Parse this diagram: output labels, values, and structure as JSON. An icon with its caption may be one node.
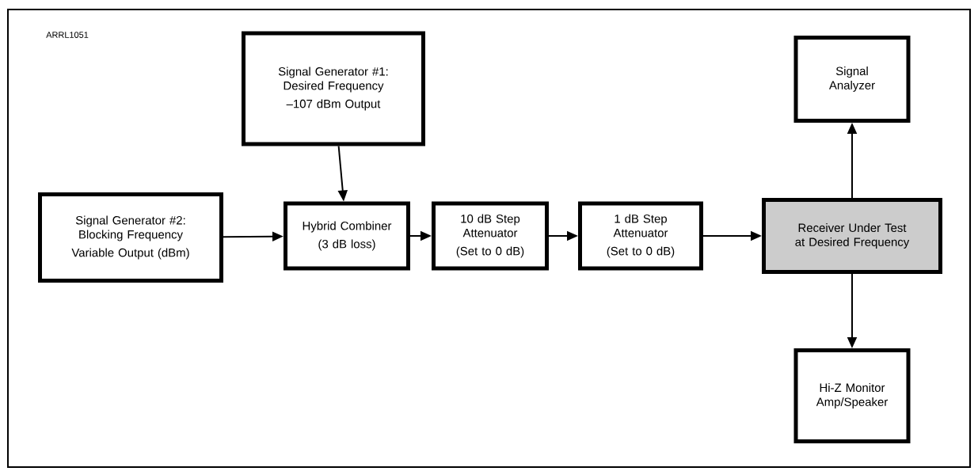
{
  "diagram": {
    "nodes": [
      {
        "text": [
          "Signal Generator #1: Desired Frequency",
          "–107 dBm Output"
        ]
      },
      {
        "text": [
          "Signal Generator #2: Blocking Frequency",
          "Variable Output (dBm)"
        ]
      },
      {
        "text": [
          "Hybrid Combiner",
          "(3 dB loss)"
        ]
      },
      {
        "text": [
          "10 dB Step Attenuator",
          "(Set to 0 dB)"
        ]
      },
      {
        "text": [
          "1 dB Step Attenuator",
          "(Set to 0 dB)"
        ]
      },
      {
        "text": [
          "Receiver Under Test at Desired Frequency"
        ]
      },
      {
        "text": [
          "Signal Analyzer"
        ]
      },
      {
        "text": [
          "Hi-Z Monitor Amp/Speaker"
        ]
      }
    ],
    "edges": [
      {
        "from": 0,
        "to": 2,
        "arrow": "to"
      },
      {
        "from": 1,
        "to": 2,
        "arrow": "to"
      },
      {
        "from": 2,
        "to": 3,
        "arrow": "to"
      },
      {
        "from": 3,
        "to": 4,
        "arrow": "to"
      },
      {
        "from": 4,
        "to": 5,
        "arrow": "to"
      },
      {
        "from": 5,
        "to": 6,
        "arrow": "to"
      },
      {
        "from": 5,
        "to": 7,
        "arrow": "to"
      }
    ],
    "labels": [
      "ARRL1051"
    ]
  }
}
